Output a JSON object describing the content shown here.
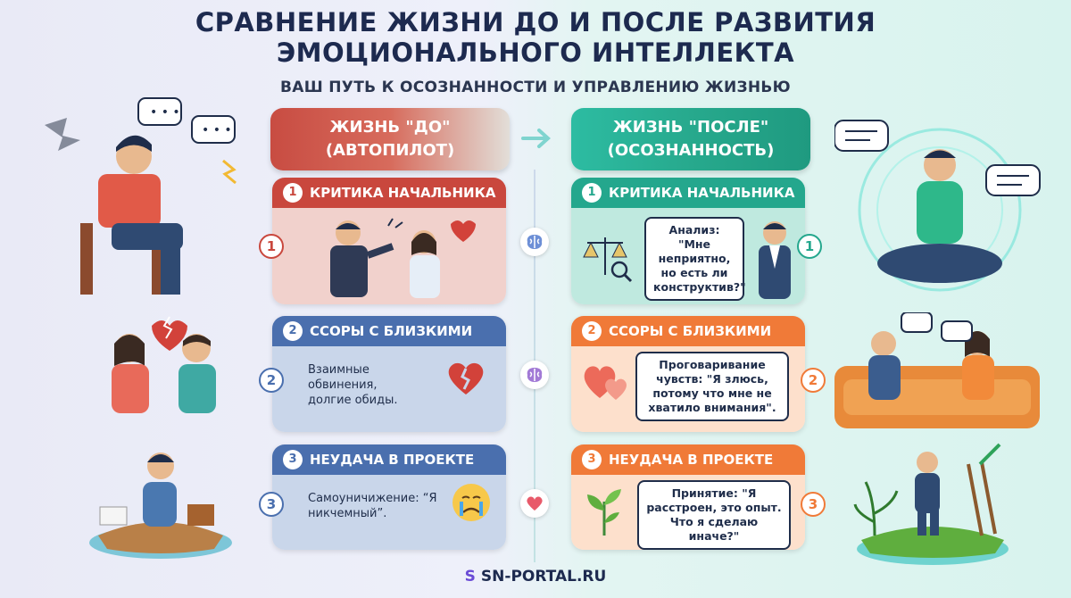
{
  "header": {
    "title_line1": "СРАВНЕНИЕ ЖИЗНИ ДО И ПОСЛЕ РАЗВИТИЯ",
    "title_line2": "ЭМОЦИОНАЛЬНОГО ИНТЕЛЛЕКТА",
    "subtitle": "ВАШ ПУТЬ К ОСОЗНАННОСТИ И УПРАВЛЕНИЮ ЖИЗНЬЮ"
  },
  "columns": {
    "before": {
      "line1": "ЖИЗНЬ \"ДО\"",
      "line2": "(АВТОПИЛОТ)"
    },
    "after": {
      "line1": "ЖИЗНЬ \"ПОСЛЕ\"",
      "line2": "(ОСОЗНАННОСТЬ)"
    }
  },
  "before_cards": [
    {
      "num": "1",
      "title": "КРИТИКА НАЧАЛЬНИКА",
      "text": ""
    },
    {
      "num": "2",
      "title": "ССОРЫ С БЛИЗКИМИ",
      "text": "Взаимные обвинения, долгие обиды."
    },
    {
      "num": "3",
      "title": "НЕУДАЧА В ПРОЕКТЕ",
      "text": "Самоуничижение: “Я никчемный”."
    }
  ],
  "after_cards": [
    {
      "num": "1",
      "title": "КРИТИКА НАЧАЛЬНИКА",
      "text": "Анализ: \"Мне неприятно, но есть ли конструктив?\""
    },
    {
      "num": "2",
      "title": "ССОРЫ С БЛИЗКИМИ",
      "text": "Проговаривание чувств: \"Я злюсь, потому что мне не хватило внимания\"."
    },
    {
      "num": "3",
      "title": "НЕУДАЧА В ПРОЕКТЕ",
      "text": "Принятие: \"Я расстроен, это опыт. Что я сделаю иначе?\""
    }
  ],
  "footer": {
    "site": "SN-PORTAL.RU",
    "logo_letter": "S"
  },
  "colors": {
    "before_head": "#c84c42",
    "after_head": "#27a98d",
    "red": "#c9473d",
    "blue": "#4a6fae",
    "green": "#24a78d",
    "orange": "#f07a38",
    "navy_text": "#1d2a4f"
  },
  "icons": [
    "brain-icon",
    "heart-icon",
    "broken-heart-icon",
    "scales-icon",
    "sad-face-icon",
    "plant-icon",
    "arrow-right-icon"
  ]
}
